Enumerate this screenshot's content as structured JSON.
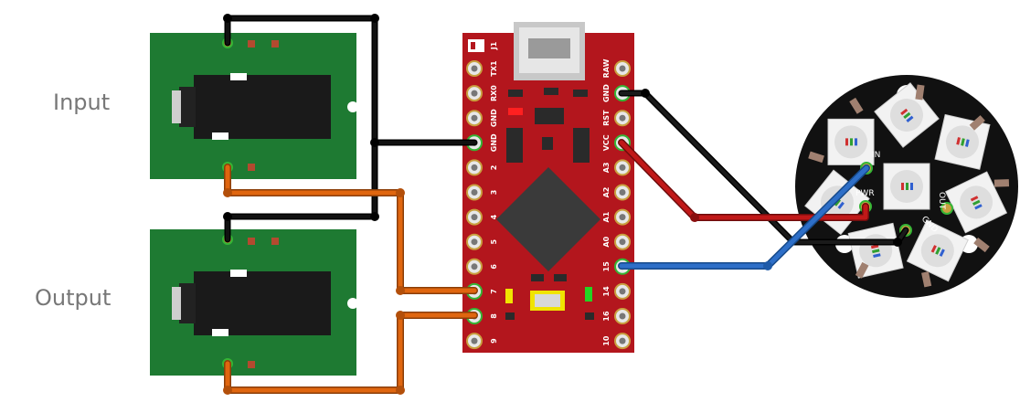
{
  "labels": {
    "input": "Input",
    "output": "Output"
  },
  "board": {
    "header": "J1",
    "left_pins": [
      "TX1",
      "RX0",
      "GND",
      "GND",
      "2",
      "3",
      "4",
      "5",
      "6",
      "7",
      "8",
      "9"
    ],
    "right_pins": [
      "RAW",
      "GND",
      "RST",
      "VCC",
      "A3",
      "A2",
      "A1",
      "A0",
      "15",
      "14",
      "16",
      "10"
    ]
  },
  "ring": {
    "in_label": "IN",
    "pwr_label": "PWR",
    "out_label": "OUT",
    "gnd_label": "GND"
  },
  "colors": {
    "wire_black": "#111111",
    "wire_orange": "#e0660f",
    "wire_red": "#c01818",
    "wire_blue": "#2e6fc8",
    "jack_pcb": "#1e7a32",
    "board_red": "#b3161d",
    "ring_black": "#111111"
  }
}
